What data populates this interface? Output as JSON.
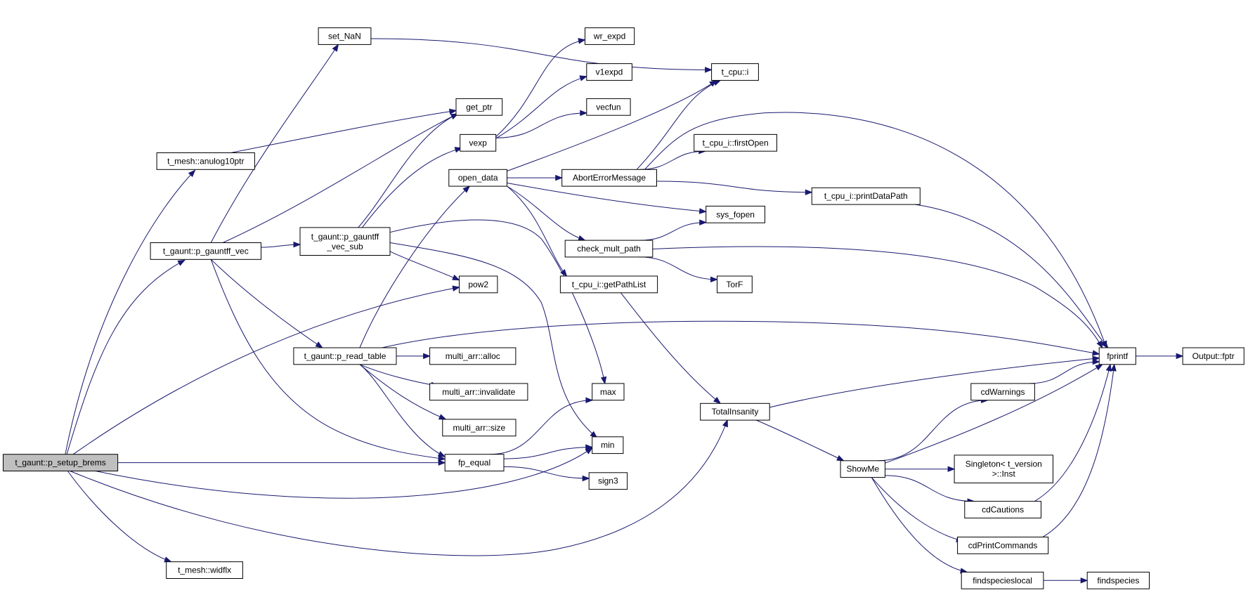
{
  "diagram": {
    "type": "call-graph",
    "edge_color": "#191970",
    "root_fill": "#bfbfbf",
    "node_fill": "#ffffff",
    "nodes": [
      {
        "id": "p_setup_brems",
        "lines": [
          "t_gaunt::p_setup_brems"
        ],
        "root": true
      },
      {
        "id": "anulog10ptr",
        "lines": [
          "t_mesh::anulog10ptr"
        ]
      },
      {
        "id": "p_gauntff_vec",
        "lines": [
          "t_gaunt::p_gauntff_vec"
        ]
      },
      {
        "id": "widflx",
        "lines": [
          "t_mesh::widflx"
        ]
      },
      {
        "id": "set_NaN",
        "lines": [
          "set_NaN"
        ]
      },
      {
        "id": "get_ptr",
        "lines": [
          "get_ptr"
        ]
      },
      {
        "id": "p_gauntff_vec_sub",
        "lines": [
          "t_gaunt::p_gauntff",
          "_vec_sub"
        ]
      },
      {
        "id": "p_read_table",
        "lines": [
          "t_gaunt::p_read_table"
        ]
      },
      {
        "id": "vexp",
        "lines": [
          "vexp"
        ]
      },
      {
        "id": "open_data",
        "lines": [
          "open_data"
        ]
      },
      {
        "id": "pow2",
        "lines": [
          "pow2"
        ]
      },
      {
        "id": "multi_arr_alloc",
        "lines": [
          "multi_arr::alloc"
        ]
      },
      {
        "id": "multi_arr_invalidate",
        "lines": [
          "multi_arr::invalidate"
        ]
      },
      {
        "id": "multi_arr_size",
        "lines": [
          "multi_arr::size"
        ]
      },
      {
        "id": "fp_equal",
        "lines": [
          "fp_equal"
        ]
      },
      {
        "id": "wr_expd",
        "lines": [
          "wr_expd"
        ]
      },
      {
        "id": "v1expd",
        "lines": [
          "v1expd"
        ]
      },
      {
        "id": "vecfun",
        "lines": [
          "vecfun"
        ]
      },
      {
        "id": "AbortErrorMessage",
        "lines": [
          "AbortErrorMessage"
        ]
      },
      {
        "id": "check_mult_path",
        "lines": [
          "check_mult_path"
        ]
      },
      {
        "id": "getPathList",
        "lines": [
          "t_cpu_i::getPathList"
        ]
      },
      {
        "id": "max",
        "lines": [
          "max"
        ]
      },
      {
        "id": "min",
        "lines": [
          "min"
        ]
      },
      {
        "id": "sign3",
        "lines": [
          "sign3"
        ]
      },
      {
        "id": "t_cpu_i",
        "lines": [
          "t_cpu::i"
        ]
      },
      {
        "id": "firstOpen",
        "lines": [
          "t_cpu_i::firstOpen"
        ]
      },
      {
        "id": "sys_fopen",
        "lines": [
          "sys_fopen"
        ]
      },
      {
        "id": "TorF",
        "lines": [
          "TorF"
        ]
      },
      {
        "id": "TotalInsanity",
        "lines": [
          "TotalInsanity"
        ]
      },
      {
        "id": "printDataPath",
        "lines": [
          "t_cpu_i::printDataPath"
        ]
      },
      {
        "id": "ShowMe",
        "lines": [
          "ShowMe"
        ]
      },
      {
        "id": "cdWarnings",
        "lines": [
          "cdWarnings"
        ]
      },
      {
        "id": "Singleton_Inst",
        "lines": [
          "Singleton< t_version",
          ">::Inst"
        ]
      },
      {
        "id": "cdCautions",
        "lines": [
          "cdCautions"
        ]
      },
      {
        "id": "cdPrintCommands",
        "lines": [
          "cdPrintCommands"
        ]
      },
      {
        "id": "findspecieslocal",
        "lines": [
          "findspecieslocal"
        ]
      },
      {
        "id": "findspecies",
        "lines": [
          "findspecies"
        ]
      },
      {
        "id": "fprintf",
        "lines": [
          "fprintf"
        ]
      },
      {
        "id": "Output_fptr",
        "lines": [
          "Output::fptr"
        ]
      }
    ],
    "edges": [
      [
        "p_setup_brems",
        "anulog10ptr"
      ],
      [
        "p_setup_brems",
        "p_gauntff_vec"
      ],
      [
        "p_setup_brems",
        "pow2"
      ],
      [
        "p_setup_brems",
        "fp_equal"
      ],
      [
        "p_setup_brems",
        "min"
      ],
      [
        "p_setup_brems",
        "TotalInsanity"
      ],
      [
        "p_setup_brems",
        "widflx"
      ],
      [
        "anulog10ptr",
        "get_ptr"
      ],
      [
        "p_gauntff_vec",
        "set_NaN"
      ],
      [
        "p_gauntff_vec",
        "get_ptr"
      ],
      [
        "p_gauntff_vec",
        "p_gauntff_vec_sub"
      ],
      [
        "p_gauntff_vec",
        "p_read_table"
      ],
      [
        "p_gauntff_vec",
        "fp_equal"
      ],
      [
        "set_NaN",
        "t_cpu_i"
      ],
      [
        "p_gauntff_vec_sub",
        "get_ptr"
      ],
      [
        "p_gauntff_vec_sub",
        "vexp"
      ],
      [
        "p_gauntff_vec_sub",
        "pow2"
      ],
      [
        "p_gauntff_vec_sub",
        "max"
      ],
      [
        "p_gauntff_vec_sub",
        "min"
      ],
      [
        "vexp",
        "wr_expd"
      ],
      [
        "vexp",
        "v1expd"
      ],
      [
        "vexp",
        "vecfun"
      ],
      [
        "p_read_table",
        "open_data"
      ],
      [
        "p_read_table",
        "multi_arr_alloc"
      ],
      [
        "p_read_table",
        "multi_arr_invalidate"
      ],
      [
        "p_read_table",
        "multi_arr_size"
      ],
      [
        "p_read_table",
        "fp_equal"
      ],
      [
        "p_read_table",
        "fprintf"
      ],
      [
        "open_data",
        "t_cpu_i"
      ],
      [
        "open_data",
        "AbortErrorMessage"
      ],
      [
        "open_data",
        "sys_fopen"
      ],
      [
        "open_data",
        "check_mult_path"
      ],
      [
        "open_data",
        "getPathList"
      ],
      [
        "fp_equal",
        "max"
      ],
      [
        "fp_equal",
        "min"
      ],
      [
        "fp_equal",
        "sign3"
      ],
      [
        "AbortErrorMessage",
        "t_cpu_i"
      ],
      [
        "AbortErrorMessage",
        "firstOpen"
      ],
      [
        "AbortErrorMessage",
        "printDataPath"
      ],
      [
        "AbortErrorMessage",
        "fprintf"
      ],
      [
        "check_mult_path",
        "sys_fopen"
      ],
      [
        "check_mult_path",
        "TorF"
      ],
      [
        "check_mult_path",
        "fprintf"
      ],
      [
        "getPathList",
        "TotalInsanity"
      ],
      [
        "printDataPath",
        "fprintf"
      ],
      [
        "TotalInsanity",
        "fprintf"
      ],
      [
        "TotalInsanity",
        "ShowMe"
      ],
      [
        "ShowMe",
        "cdWarnings"
      ],
      [
        "ShowMe",
        "fprintf"
      ],
      [
        "ShowMe",
        "Singleton_Inst"
      ],
      [
        "ShowMe",
        "cdCautions"
      ],
      [
        "ShowMe",
        "cdPrintCommands"
      ],
      [
        "ShowMe",
        "findspecieslocal"
      ],
      [
        "cdWarnings",
        "fprintf"
      ],
      [
        "cdCautions",
        "fprintf"
      ],
      [
        "cdPrintCommands",
        "fprintf"
      ],
      [
        "findspecieslocal",
        "findspecies"
      ],
      [
        "fprintf",
        "Output_fptr"
      ]
    ]
  }
}
